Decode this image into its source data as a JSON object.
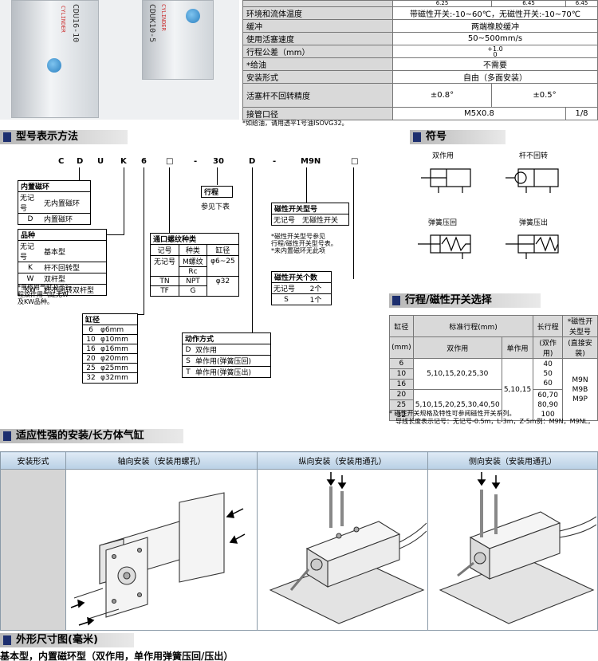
{
  "photos": {
    "label_left": "CDU16-10",
    "label_right": "CDUK10-5",
    "brand_left": "CYLINDER",
    "brand_right": "CYLINDER"
  },
  "spec_table": {
    "rows": [
      {
        "key": "",
        "values": [
          "6.25",
          "6.45",
          "6.45"
        ]
      },
      {
        "key": "环境和流体温度",
        "values": [
          "带磁性开关:-10~60℃，无磁性开关:-10~70℃"
        ]
      },
      {
        "key": "缓冲",
        "values": [
          "两端橡胶缓冲"
        ]
      },
      {
        "key": "使用活塞速度",
        "values": [
          "50~500mm/s"
        ]
      },
      {
        "key": "行程公差（mm）",
        "values": [
          "+1.0",
          "0"
        ]
      },
      {
        "key": "*给油",
        "values": [
          "不需要"
        ]
      },
      {
        "key": "安装形式",
        "values": [
          "自由（多面安装）"
        ]
      },
      {
        "key": "活塞杆不回转精度",
        "values": [
          "±0.8°",
          "±0.5°"
        ]
      },
      {
        "key": "接管口径",
        "values": [
          "M5X0.8",
          "1/8"
        ]
      }
    ],
    "note": "*如给油，请用透平1号油ISOVG32。"
  },
  "model_section": {
    "title": "型号表示方法",
    "letters": [
      "C",
      "D",
      "U",
      "K",
      "6",
      "□",
      "-",
      "30",
      "D",
      "-",
      "M9N",
      "□"
    ],
    "inner_magnet": {
      "title": "内置磁环",
      "rows": [
        [
          "无记号",
          "无内置磁环"
        ],
        [
          "D",
          "内置磁环"
        ]
      ]
    },
    "stroke_box": {
      "title": "行程",
      "sub": "参见下表"
    },
    "switch_type": {
      "title": "磁性开关型号",
      "rows": [
        [
          "无记号",
          "无磁性开关"
        ]
      ],
      "notes": [
        "*磁性开关型号参见",
        "行程/磁性开关型号表。",
        "*未内置磁环无此项"
      ]
    },
    "variant": {
      "title": "品种",
      "rows": [
        [
          "无记号",
          "基本型"
        ],
        [
          "K",
          "杆不回转型"
        ],
        [
          "W",
          "双杆型"
        ],
        [
          "KW",
          "杆不回转双杆型"
        ]
      ],
      "notes": [
        "*单作用气缸及长行",
        "程双作用气缸无W",
        "及KW品种。"
      ]
    },
    "port_thread": {
      "title": "通口螺纹种类",
      "header": [
        "记号",
        "种类",
        "缸径"
      ],
      "rows": [
        [
          "无记号",
          "M螺纹",
          "φ6~25"
        ],
        [
          "",
          "Rc",
          ""
        ],
        [
          "TN",
          "NPT",
          "φ32"
        ],
        [
          "TF",
          "G",
          ""
        ]
      ]
    },
    "switch_count": {
      "title": "磁性开关个数",
      "rows": [
        [
          "无记号",
          "2个"
        ],
        [
          "S",
          "1个"
        ]
      ]
    },
    "bore": {
      "title": "缸径",
      "rows": [
        [
          "6",
          "φ6mm"
        ],
        [
          "10",
          "φ10mm"
        ],
        [
          "16",
          "φ16mm"
        ],
        [
          "20",
          "φ20mm"
        ],
        [
          "25",
          "φ25mm"
        ],
        [
          "32",
          "φ32mm"
        ]
      ]
    },
    "action": {
      "title": "动作方式",
      "rows": [
        [
          "D",
          "双作用"
        ],
        [
          "S",
          "单作用(弹簧压回)"
        ],
        [
          "T",
          "单作用(弹簧压出)"
        ]
      ]
    }
  },
  "symbol_section": {
    "title": "符号",
    "labels": [
      "双作用",
      "杆不回转",
      "弹簧压回",
      "弹簧压出"
    ]
  },
  "stroke_section": {
    "title": "行程/磁性开关选择",
    "header_top": [
      "缸径",
      "标准行程(mm)",
      "长行程",
      "*磁性开关型号"
    ],
    "header_sub": [
      "(mm)",
      "双作用",
      "单作用",
      "(双作用)",
      "(直接安装)"
    ],
    "bores": [
      "6",
      "10",
      "16",
      "20",
      "25",
      "32"
    ],
    "std_double_a": "5,10,15,20,25,30",
    "std_double_b": "5,10,15,20,25,30,40,50",
    "std_single": "5,10,15",
    "long_a": "40\n50\n60",
    "long_b": "60,70\n80,90\n100",
    "switch_models": "M9N\nM9B\nM9P",
    "notes": [
      "* 磁性开关规格及特性可参阅磁性开关系列。",
      "导线长度表示记号：无记号-0.5m，L-3m，Z-5m例：M9N，M9NL，"
    ]
  },
  "mount_section": {
    "title": "适应性强的安装/长方体气缸",
    "headers": [
      "安装形式",
      "轴向安装（安装用螺孔）",
      "纵向安装（安装用通孔）",
      "侧向安装（安装用通孔）"
    ]
  },
  "dims_section": {
    "title": "外形尺寸图(毫米)",
    "subtitle": "基本型，内置磁环型（双作用，单作用弹簧压回/压出）"
  },
  "colors": {
    "section_marker": "#1d2f6f",
    "spec_key_bg": "#d9d9d9",
    "mount_header_bg": "#c7daec"
  }
}
